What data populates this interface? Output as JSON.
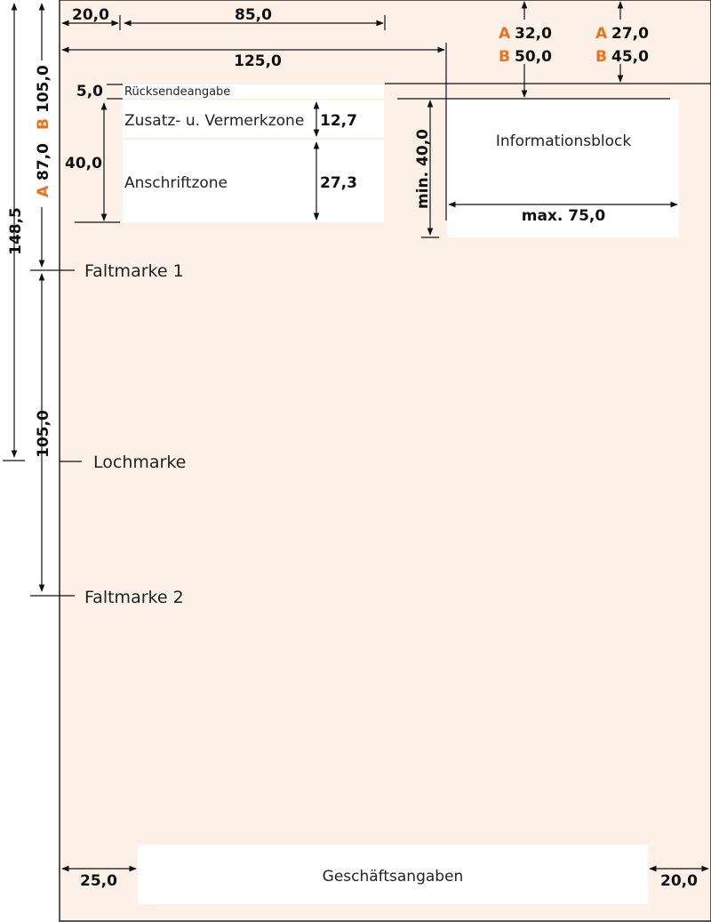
{
  "colors": {
    "paper": "#fdf0e6",
    "zone": "#ffffff",
    "accent": "#e8731e",
    "line": "#111111"
  },
  "dims": {
    "left_margin": "20,0",
    "width_85": "85,0",
    "width_125": "125,0",
    "ruecksende_height": "5,0",
    "zusatz_height": "12,7",
    "address_height": "40,0",
    "anschrift_height": "27,3",
    "info_min_height": "min. 40,0",
    "info_max_width": "max. 75,0",
    "total_148": "148,5",
    "lochmarke_105": "105,0",
    "faltmarke2_105": "105,0",
    "footer_left": "25,0",
    "footer_right": "20,0"
  },
  "variants": {
    "letter_a": "A",
    "letter_b": "B",
    "info_top_a": "32,0",
    "info_top_b": "50,0",
    "line_top_a": "27,0",
    "line_top_b": "45,0",
    "fold_a": "87,0",
    "fold_b": "105,0"
  },
  "zones": {
    "ruecksende": "Rücksendeangabe",
    "zusatz": "Zusatz- u. Vermerkzone",
    "anschrift": "Anschriftzone",
    "info": "Informationsblock",
    "footer": "Geschäftsangaben"
  },
  "marks": {
    "falt1": "Faltmarke 1",
    "loch": "Lochmarke",
    "falt2": "Faltmarke 2"
  }
}
